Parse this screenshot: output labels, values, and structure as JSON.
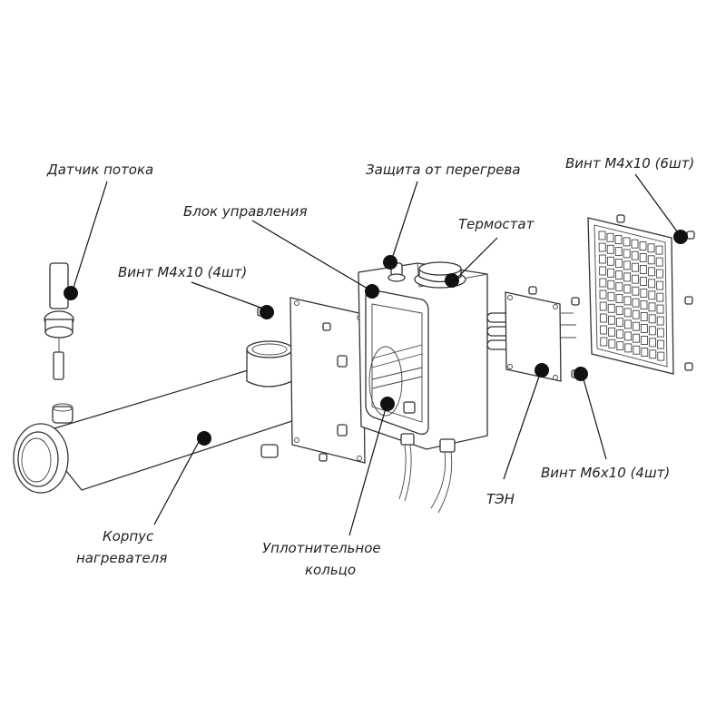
{
  "diagram": {
    "title": "Exploded view of electric flow heater",
    "labels": [
      {
        "id": "flow-sensor",
        "text": "Датчик потока"
      },
      {
        "id": "control-unit",
        "text": "Блок управления"
      },
      {
        "id": "overheat-protection",
        "text": "Защита от перегрева"
      },
      {
        "id": "screw-m4-6",
        "text": "Винт M4x10 (6шт)"
      },
      {
        "id": "thermostat",
        "text": "Термостат"
      },
      {
        "id": "screw-m4-4",
        "text": "Винт M4x10 (4шт)"
      },
      {
        "id": "screw-m6-4",
        "text": "Винт M6x10 (4шт)"
      },
      {
        "id": "heating-element",
        "text": "ТЭН"
      },
      {
        "id": "heater-body-line1",
        "text": "Корпус"
      },
      {
        "id": "heater-body-line2",
        "text": "нагревателя"
      },
      {
        "id": "seal-ring-line1",
        "text": "Уплотнительное"
      },
      {
        "id": "seal-ring-line2",
        "text": "кольцо"
      }
    ]
  }
}
